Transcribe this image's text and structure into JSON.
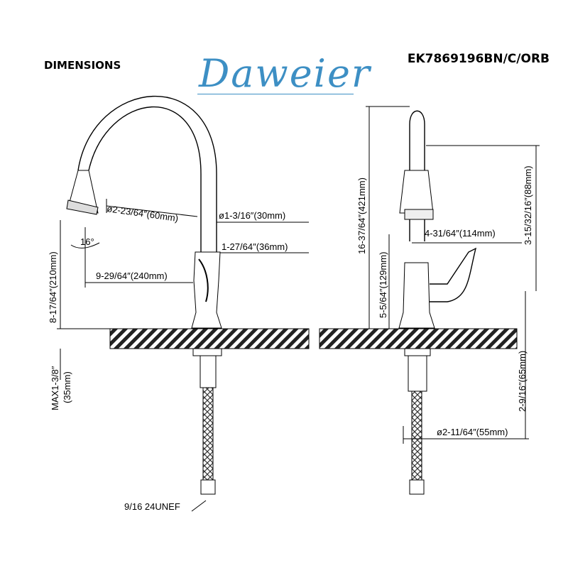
{
  "header": {
    "title": "DIMENSIONS",
    "model": "EK7869196BN/C/ORB",
    "brand": "Daweier"
  },
  "front_view": {
    "spray_diameter": "ø2-23/64″(60mm)",
    "spout_diameter": "ø1-3/16″(30mm)",
    "body_diameter": "1-27/64″(36mm)",
    "reach": "9-29/64″(240mm)",
    "spray_angle": "16°",
    "spout_height": "8-17/64″(210mm)",
    "max_deck": "MAX1-3/8″",
    "max_deck_mm": "(35mm)",
    "thread": "9/16 24UNEF"
  },
  "side_view": {
    "total_height": "16-37/64″(421mm)",
    "head_height": "3-15/32/16″(88mm)",
    "handle_reach": "4-31/64″(114mm)",
    "handle_height": "5-5/64″(129mm)",
    "shank_length": "2-9/16″(65mm)",
    "base_diameter": "ø2-11/64″(55mm)"
  },
  "colors": {
    "line": "#000000",
    "logo": "#3d8fc4"
  }
}
